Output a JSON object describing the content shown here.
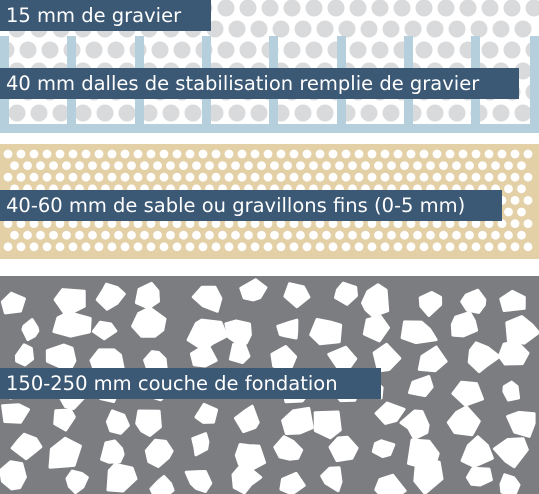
{
  "layers": [
    {
      "id": "gravel",
      "label": "15 mm de gravier"
    },
    {
      "id": "slabs",
      "label": "40 mm dalles de stabilisation remplie de gravier"
    },
    {
      "id": "sand",
      "label": "40-60 mm de sable ou gravillons fins (0-5 mm)"
    },
    {
      "id": "base",
      "label": "150-250 mm couche de fondation"
    }
  ],
  "colors": {
    "grid": "#b5cfdc",
    "gravel_dot": "#d9dadb",
    "sand": "#e3d0a7",
    "base": "#7c7d80",
    "stone": "#ffffff",
    "label_bg": "#3b5875",
    "label_text": "#ffffff"
  }
}
